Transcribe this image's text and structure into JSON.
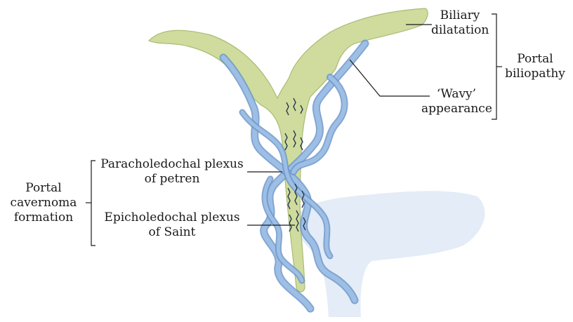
{
  "diagram": {
    "labels": {
      "biliary_dilatation": [
        "Biliary",
        "dilatation"
      ],
      "wavy_appearance": [
        "‘Wavy’",
        "appearance"
      ],
      "portal_biliopathy": [
        "Portal",
        "biliopathy"
      ],
      "paracholedochal": [
        "Paracholedochal plexus",
        "of petren"
      ],
      "epicholedochal": [
        "Epicholedochal plexus",
        "of Saint"
      ],
      "portal_cavernoma": [
        "Portal",
        "cavernoma",
        "formation"
      ]
    },
    "colors": {
      "bile_duct": "#cfdc9e",
      "bile_duct_edge": "#a9bb72",
      "collateral_vein": "#9dbfe6",
      "collateral_edge": "#6f97c9",
      "portal_vein": "#e3ecf7",
      "wavy_mark": "#2c3a4e",
      "leader_line": "#1a1a1a"
    }
  }
}
